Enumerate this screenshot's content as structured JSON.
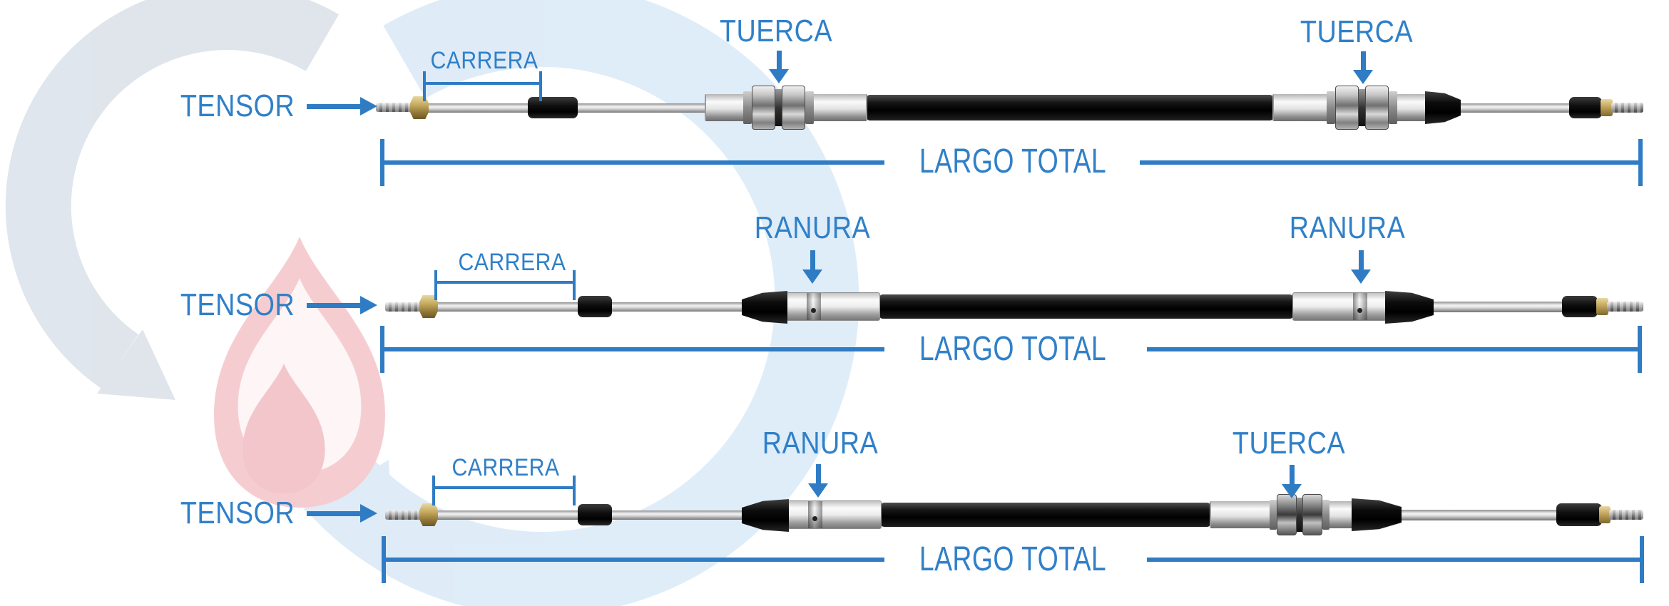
{
  "diagram_title": "push-pull control cable measurement diagram",
  "colors": {
    "label_blue": "#3080c8",
    "dimension_blue": "#2f7cc4",
    "watermark_gray": "#dde3eb",
    "watermark_pink": "#f4c8cd",
    "watermark_light_blue": "#dcebf8"
  },
  "rows": [
    {
      "id": "cable-two-nuts",
      "tensor": "TENSOR",
      "carrera": "CARRERA",
      "callouts": [
        "TUERCA",
        "TUERCA"
      ],
      "total": "LARGO TOTAL"
    },
    {
      "id": "cable-two-grooves",
      "tensor": "TENSOR",
      "carrera": "CARRERA",
      "callouts": [
        "RANURA",
        "RANURA"
      ],
      "total": "LARGO TOTAL"
    },
    {
      "id": "cable-groove-and-nut",
      "tensor": "TENSOR",
      "carrera": "CARRERA",
      "callouts": [
        "RANURA",
        "TUERCA"
      ],
      "total": "LARGO TOTAL"
    }
  ]
}
